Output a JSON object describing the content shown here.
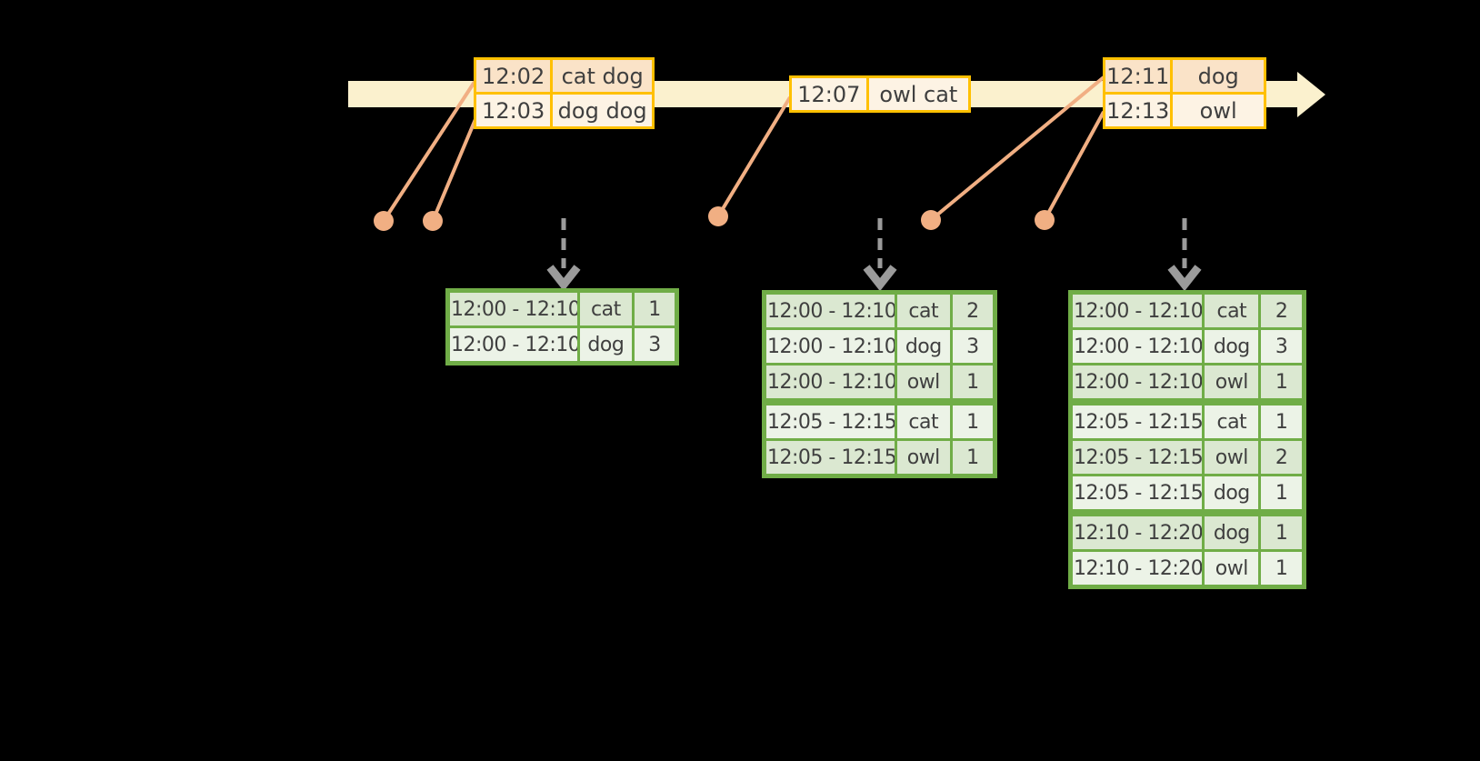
{
  "colors": {
    "background": "#000000",
    "timeline_fill": "#FBF1CE",
    "event_table_border": "#FFC000",
    "event_row_dark_bg": "#FAE3C8",
    "event_row_light_bg": "#FDF3E4",
    "connector": "#F1AF83",
    "trigger_arrow": "#9B9B9B",
    "result_table_border": "#70AD47",
    "result_row_dark_bg": "#DBE8D1",
    "result_row_light_bg": "#ECF3E7",
    "cell_text": "#3F3F3F"
  },
  "event_tables": [
    {
      "name": "events-at-12-02",
      "rows": [
        {
          "time": "12:02",
          "words": "cat dog"
        },
        {
          "time": "12:03",
          "words": "dog dog"
        }
      ]
    },
    {
      "name": "events-at-12-07",
      "rows": [
        {
          "time": "12:07",
          "words": "owl cat"
        }
      ]
    },
    {
      "name": "events-at-12-11",
      "rows": [
        {
          "time": "12:11",
          "words": "dog"
        },
        {
          "time": "12:13",
          "words": "owl"
        }
      ]
    }
  ],
  "result_tables": [
    {
      "name": "result-table-1",
      "rows": [
        {
          "window": "12:00 - 12:10",
          "word": "cat",
          "count": "1"
        },
        {
          "window": "12:00 - 12:10",
          "word": "dog",
          "count": "3"
        }
      ]
    },
    {
      "name": "result-table-2",
      "rows": [
        {
          "window": "12:00 - 12:10",
          "word": "cat",
          "count": "2"
        },
        {
          "window": "12:00 - 12:10",
          "word": "dog",
          "count": "3"
        },
        {
          "window": "12:00 - 12:10",
          "word": "owl",
          "count": "1"
        },
        {
          "window": "12:05 - 12:15",
          "word": "cat",
          "count": "1"
        },
        {
          "window": "12:05 - 12:15",
          "word": "owl",
          "count": "1"
        }
      ]
    },
    {
      "name": "result-table-3",
      "rows": [
        {
          "window": "12:00 - 12:10",
          "word": "cat",
          "count": "2"
        },
        {
          "window": "12:00 - 12:10",
          "word": "dog",
          "count": "3"
        },
        {
          "window": "12:00 - 12:10",
          "word": "owl",
          "count": "1"
        },
        {
          "window": "12:05 - 12:15",
          "word": "cat",
          "count": "1"
        },
        {
          "window": "12:05 - 12:15",
          "word": "owl",
          "count": "2"
        },
        {
          "window": "12:05 - 12:15",
          "word": "dog",
          "count": "1"
        },
        {
          "window": "12:10 - 12:20",
          "word": "dog",
          "count": "1"
        },
        {
          "window": "12:10 - 12:20",
          "word": "owl",
          "count": "1"
        }
      ]
    }
  ]
}
